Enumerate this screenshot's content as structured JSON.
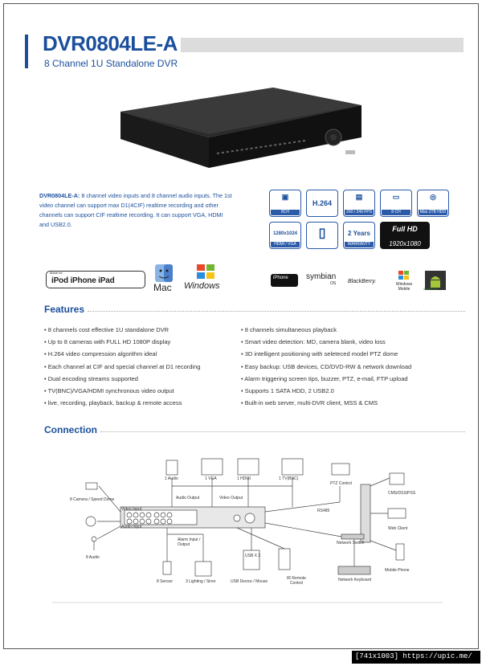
{
  "header": {
    "title": "DVR0804LE-A",
    "subtitle": "8 Channel 1U Standalone DVR"
  },
  "description": {
    "model": "DVR0804LE-A:",
    "text": "8 channel video inputs and 8 channel audio inputs. The 1st video channel can support max D1(4CIF) realtime recording and other channels can support CIF realtime recording. It can support VGA, HDMI and USB2.0."
  },
  "spec_icons": [
    {
      "glyph": "▣",
      "label": "8CH"
    },
    {
      "glyph": "H.264",
      "label": ""
    },
    {
      "glyph": "▤",
      "label": "200 / 240 FPS"
    },
    {
      "glyph": "▭",
      "label": "8 CH"
    },
    {
      "glyph": "◎",
      "label": "Max 2TB HDD"
    },
    {
      "glyph": "1280x1024",
      "label": "HDMI / VGA"
    },
    {
      "glyph": "▯",
      "label": ""
    },
    {
      "glyph": "2 Years",
      "label": "WARRANTY"
    },
    {
      "glyph_top": "Full HD",
      "glyph_bot": "1920x1080"
    }
  ],
  "logos": {
    "made_for": "Made for",
    "ipod_items": "iPod  iPhone  iPad",
    "mac": "Mac",
    "windows": "Windows",
    "iphone_badge": "iPhone",
    "symbian": "symbian",
    "symbian_os": "OS",
    "blackberry": "BlackBerry.",
    "windows_mobile": "Windows Mobile",
    "android": "ANDROID"
  },
  "features": {
    "title": "Features",
    "left": [
      "8  channels cost effective 1U standalone DVR",
      "Up to 8 cameras with FULL HD 1080P display",
      "H.264 video compression algorithm ideal",
      "Each channel at CIF and special channel at D1 recording",
      "Dual encoding streams supported",
      "TV(BNC)/VGA/HDMI synchronous video output",
      "live, recording, playback, backup & remote access"
    ],
    "right": [
      "8 channels simultaneous playback",
      "Smart video detection: MD, camera blank, video loss",
      "3D intelligent positioning with seleteced model PTZ dome",
      "Easy backup: USB devices, CD/DVD-RW & network download",
      "Alarm triggering screen tips, buzzer, PTZ, e-mail, FTP upload",
      "Supports 1 SATA HDD, 2 USB2.0",
      "Built-in web server, multi-DVR client, MSS & CMS"
    ]
  },
  "connection": {
    "title": "Connection",
    "labels": {
      "audio1": "1 Audio",
      "vga": "1 VGA",
      "hdmi": "1 HDMI",
      "tv": "1 TV(BNC)",
      "ptz": "PTZ Control",
      "cms": "CMS/DSS/PSS",
      "camera": "8 Camera / Speed Dome",
      "video_input": "Video Input",
      "audio_output": "Audio Output",
      "video_output": "Video Output",
      "rs485": "RS485",
      "audio_input": "Audio Input",
      "web_client": "Web Client",
      "audio8": "8 Audio",
      "alarm": "Alarm Input / Output",
      "network_switch": "Network Switch",
      "mobile": "Mobile Phone",
      "usb_x2": "USB X 2",
      "sensor": "8 Sensor",
      "lighting": "3 Lighting / Siren",
      "usb_device": "USB Device / Mouse",
      "ir_remote": "IR Remote Control",
      "keyboard": "Network Keyboard"
    }
  },
  "watermark": "[741x1003] https://upic.me/"
}
